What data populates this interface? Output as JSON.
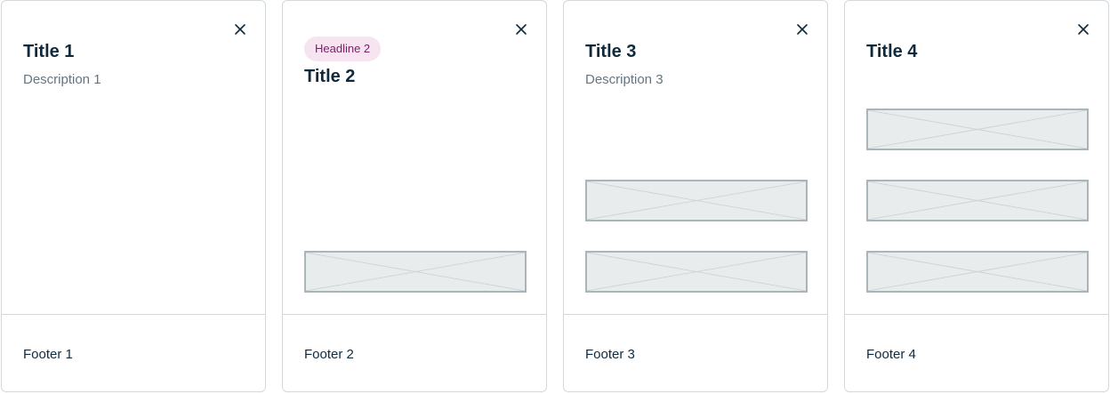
{
  "cards": [
    {
      "title": "Title 1",
      "description": "Description 1",
      "footer": "Footer 1",
      "close_icon": "close-icon"
    },
    {
      "tag": "Headline 2",
      "title": "Title 2",
      "footer": "Footer 2",
      "close_icon": "close-icon"
    },
    {
      "title": "Title 3",
      "description": "Description 3",
      "footer": "Footer 3",
      "close_icon": "close-icon"
    },
    {
      "title": "Title 4",
      "footer": "Footer 4",
      "close_icon": "close-icon"
    }
  ],
  "colors": {
    "text": "#0f2a3d",
    "muted": "#66757f",
    "border": "#d2d8dc",
    "tag_bg": "#f6e4f1",
    "tag_text": "#7a1f63",
    "placeholder_bg": "#e9eced",
    "placeholder_border": "#aab4b9"
  }
}
